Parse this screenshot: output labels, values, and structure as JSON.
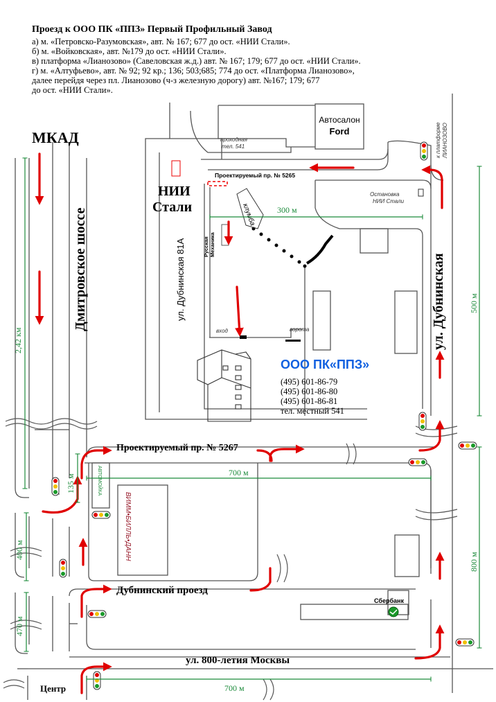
{
  "header": {
    "title": "Проезд к ООО ПК «ППЗ» Первый Профильный Завод",
    "routes": [
      "а) м. «Петровско-Разумовская», авт. № 167; 677 до ост. «НИИ Стали».",
      "б) м. «Войковская», авт. №179 до ост. «НИИ Стали».",
      "в) платформа «Лианозово» (Савеловская ж.д.) авт. № 167; 179; 677 до ост. «НИИ Стали».",
      "г) м. «Алтуфьево», авт. № 92; 92 кр.; 136; 503;685; 774 до ост. «Платформа Лианозово»,",
      "далее перейдя через пл. Лианозово (ч-з железную дорогу) авт. №167; 179; 677",
      "до ост. «НИИ Стали»."
    ]
  },
  "map": {
    "mkad": "МКАД",
    "dmitrovskoe": "Дмитровское шоссе",
    "dubninskaya_street": "ул. Дубнинская",
    "dubninskaya_81a": "ул. Дубнинская 81А",
    "nii_stali_line1": "НИИ",
    "nii_stali_line2": "Стали",
    "avtosalon_line1": "Автосалон",
    "avtosalon_line2": "Ford",
    "prokhodnaya_line1": "проходная",
    "prokhodnaya_line2": "тел. 541",
    "proekt_5265": "Проектируемый пр. № 5265",
    "proekt_5267": "Проектируемый пр. № 5267",
    "ostanovka_line1": "Остановка",
    "ostanovka_line2": "НИИ Стали",
    "klumba": "клумба",
    "russkaya_line1": "Русская",
    "russkaya_line2": "Механика",
    "vkhod": "вход",
    "vorota": "ворота",
    "company": "ООО ПК«ППЗ»",
    "phones": [
      "(495) 601-86-79",
      "(495) 601-86-80",
      "(495) 601-86-81",
      "тел. местный 541"
    ],
    "k_platforme_line1": "к платформе",
    "k_platforme_line2": "ЛИАНОЗОВО",
    "dubninsky_proezd": "Дубнинский проезд",
    "street_800": "ул. 800-летия Москвы",
    "center": "Центр",
    "sberbank": "Сбербанк",
    "vimm_bill_dann": "ВИММ•БИЛЛЬ•ДАНН",
    "avtomoyka": "АВТОМОЙКА",
    "distances": {
      "d300": "300 м",
      "d500": "500 м",
      "d700_top": "700 м",
      "d700_bottom": "700 м",
      "d800": "800 м",
      "d242": "2,42 км",
      "d135": "135 м",
      "d400": "400 м",
      "d470": "470 м"
    }
  },
  "colors": {
    "road_line": "#555555",
    "arrow": "#e00000",
    "green_measure": "#1b8a3a",
    "company_blue": "#1060e0",
    "traffic_red": "#e00000",
    "traffic_yellow": "#f0c000",
    "traffic_green": "#1a9a2a"
  }
}
